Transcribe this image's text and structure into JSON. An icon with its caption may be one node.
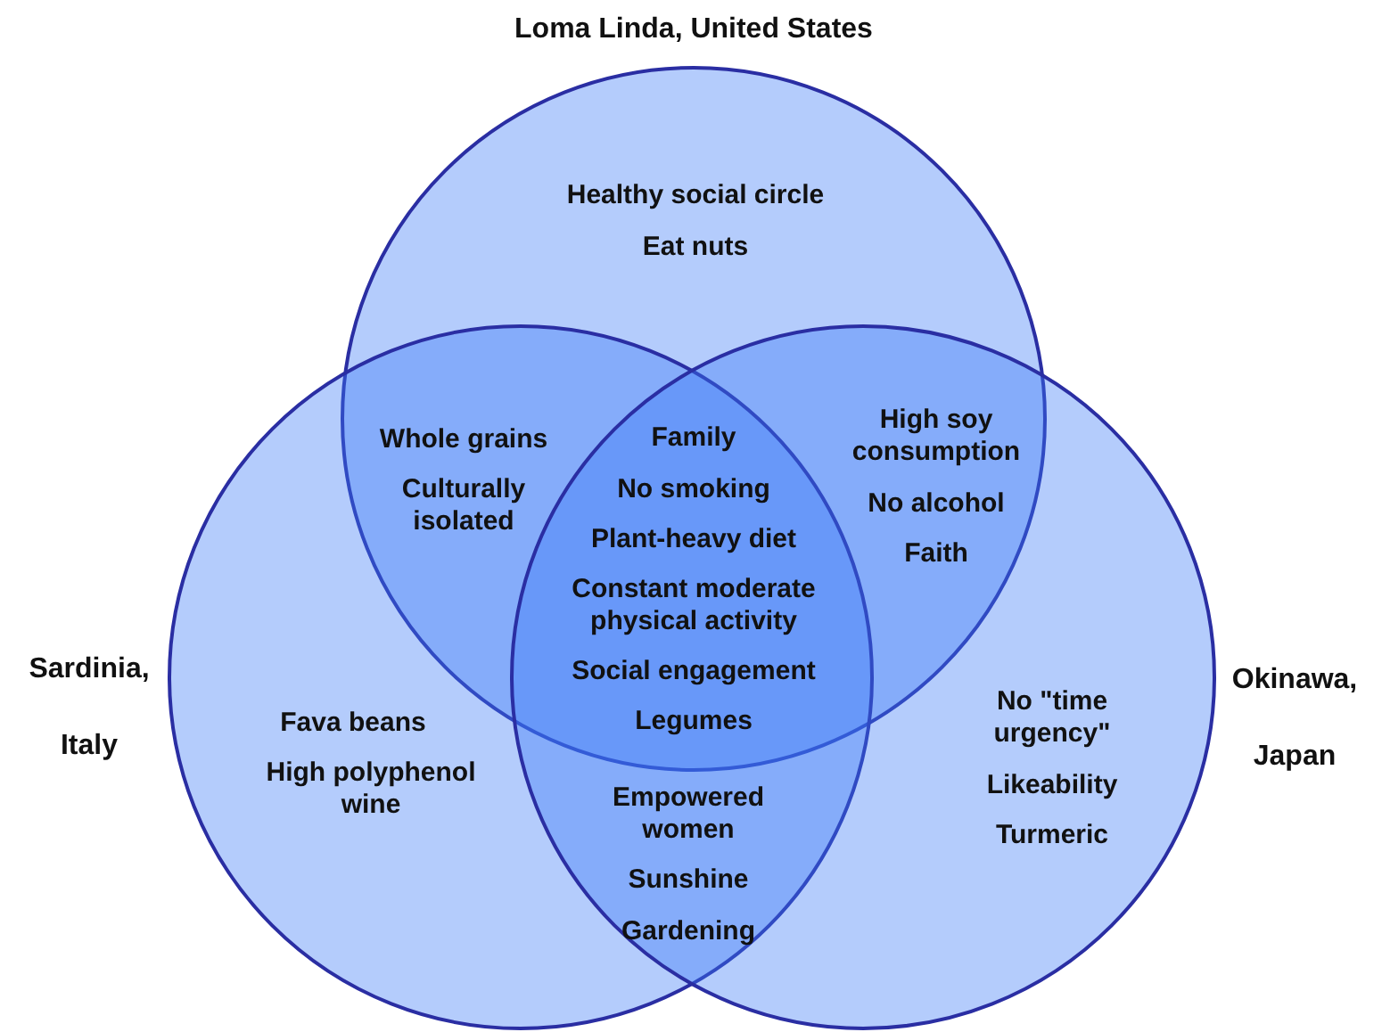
{
  "diagram": {
    "nodes": [
      {
        "text": [
          "Loma Linda, United States"
        ]
      },
      {
        "text": [
          "Sardinia, Italy"
        ]
      },
      {
        "text": [
          "Okinawa, Japan"
        ]
      }
    ],
    "labels": [
      "Healthy social circle",
      "Eat nuts",
      "Whole grains",
      "Culturally isolated",
      "Family",
      "No smoking",
      "Plant-heavy diet",
      "Constant moderate physical activity",
      "Social engagement",
      "Legumes",
      "High soy consumption",
      "No alcohol",
      "Faith",
      "Fava beans",
      "High polyphenol wine",
      "Empowered women",
      "Sunshine",
      "Gardening",
      "No \"time urgency\"",
      "Likeability",
      "Turmeric"
    ]
  }
}
